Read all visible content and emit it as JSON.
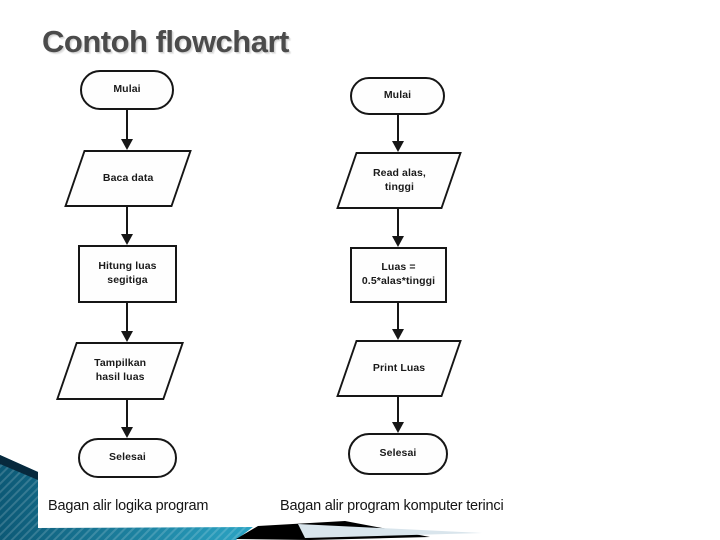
{
  "slide": {
    "title": "Contoh flowchart"
  },
  "flowcharts": [
    {
      "caption": "Bagan alir logika program",
      "nodes": [
        {
          "shape": "terminator",
          "label": "Mulai"
        },
        {
          "shape": "io",
          "label": "Baca data"
        },
        {
          "shape": "process",
          "label": "Hitung luas\nsegitiga"
        },
        {
          "shape": "io",
          "label": "Tampilkan\nhasil luas"
        },
        {
          "shape": "terminator",
          "label": "Selesai"
        }
      ]
    },
    {
      "caption": "Bagan alir program komputer terinci",
      "nodes": [
        {
          "shape": "terminator",
          "label": "Mulai"
        },
        {
          "shape": "io",
          "label": "Read alas,\ntinggi"
        },
        {
          "shape": "process",
          "label": "Luas =\n0.5*alas*tinggi"
        },
        {
          "shape": "io",
          "label": "Print Luas"
        },
        {
          "shape": "terminator",
          "label": "Selesai"
        }
      ]
    }
  ],
  "colors": {
    "title_text": "#4b4b4b",
    "node_border": "#161616",
    "teal_decoration": "#1a7f9e",
    "teal_dark_bevel": "#07293d",
    "black_wedge": "#000000",
    "pale_blue_wedge": "#d9e5ec"
  }
}
